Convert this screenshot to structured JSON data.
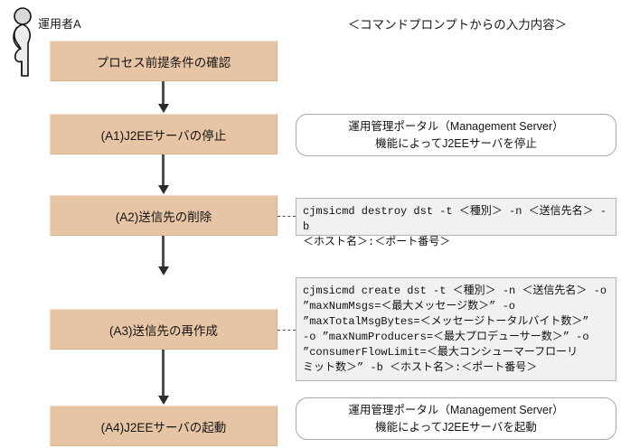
{
  "actor": {
    "icon": "person-standing-icon",
    "label": "運用者A"
  },
  "columns": {
    "right_heading": "＜コマンドプロンプトからの入力内容＞"
  },
  "colors": {
    "process_fill": "#e6c4a4",
    "process_border": "#d8b18b",
    "note_fill": "#ffffff",
    "note_border": "#a8a8a8",
    "command_fill": "#f1f1f1",
    "command_border": "#b4b4b4",
    "arrow": "#2b2b2b",
    "text": "#141414"
  },
  "steps": [
    {
      "id": "step-0",
      "label": "プロセス前提条件の確認",
      "note": null,
      "connector": null
    },
    {
      "id": "step-a1",
      "label": "(A1)J2EEサーバの停止",
      "note": {
        "type": "note",
        "line1": "運用管理ポータル（Management Server）",
        "line2": "機能によってJ2EEサーバを停止"
      },
      "connector": null
    },
    {
      "id": "step-a2",
      "label": "(A2)送信先の削除",
      "note": {
        "type": "command",
        "text": "cjmsicmd destroy dst -t ＜種別＞ -n ＜送信先名＞ -b\n＜ホスト名＞:＜ポート番号＞"
      },
      "connector": "dashed"
    },
    {
      "id": "step-a3",
      "label": "(A3)送信先の再作成",
      "note": {
        "type": "command",
        "text": "cjmsicmd create dst -t ＜種別＞ -n ＜送信先名＞ -o\n”maxNumMsgs=＜最大メッセージ数＞” -o\n”maxTotalMsgBytes=＜メッセージトータルバイト数＞”\n-o ”maxNumProducers=＜最大プロデューサー数＞” -o\n”consumerFlowLimit=＜最大コンシューマーフローリ\nミット数＞” -b ＜ホスト名＞:＜ポート番号＞"
      },
      "connector": "dashed"
    },
    {
      "id": "step-a4",
      "label": "(A4)J2EEサーバの起動",
      "note": {
        "type": "note",
        "line1": "運用管理ポータル（Management Server）",
        "line2": "機能によってJ2EEサーバを起動"
      },
      "connector": null
    }
  ]
}
